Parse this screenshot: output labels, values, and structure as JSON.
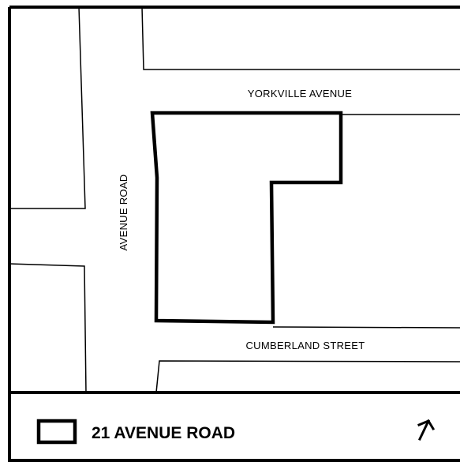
{
  "streets": {
    "top": "YORKVILLE AVENUE",
    "left": "AVENUE ROAD",
    "bottom": "CUMBERLAND STREET"
  },
  "legend": {
    "label": "21 AVENUE ROAD",
    "symbol": "outlined-rectangle",
    "north_arrow_icon": "north-arrow-icon"
  },
  "colors": {
    "line": "#000000",
    "background": "#ffffff"
  }
}
